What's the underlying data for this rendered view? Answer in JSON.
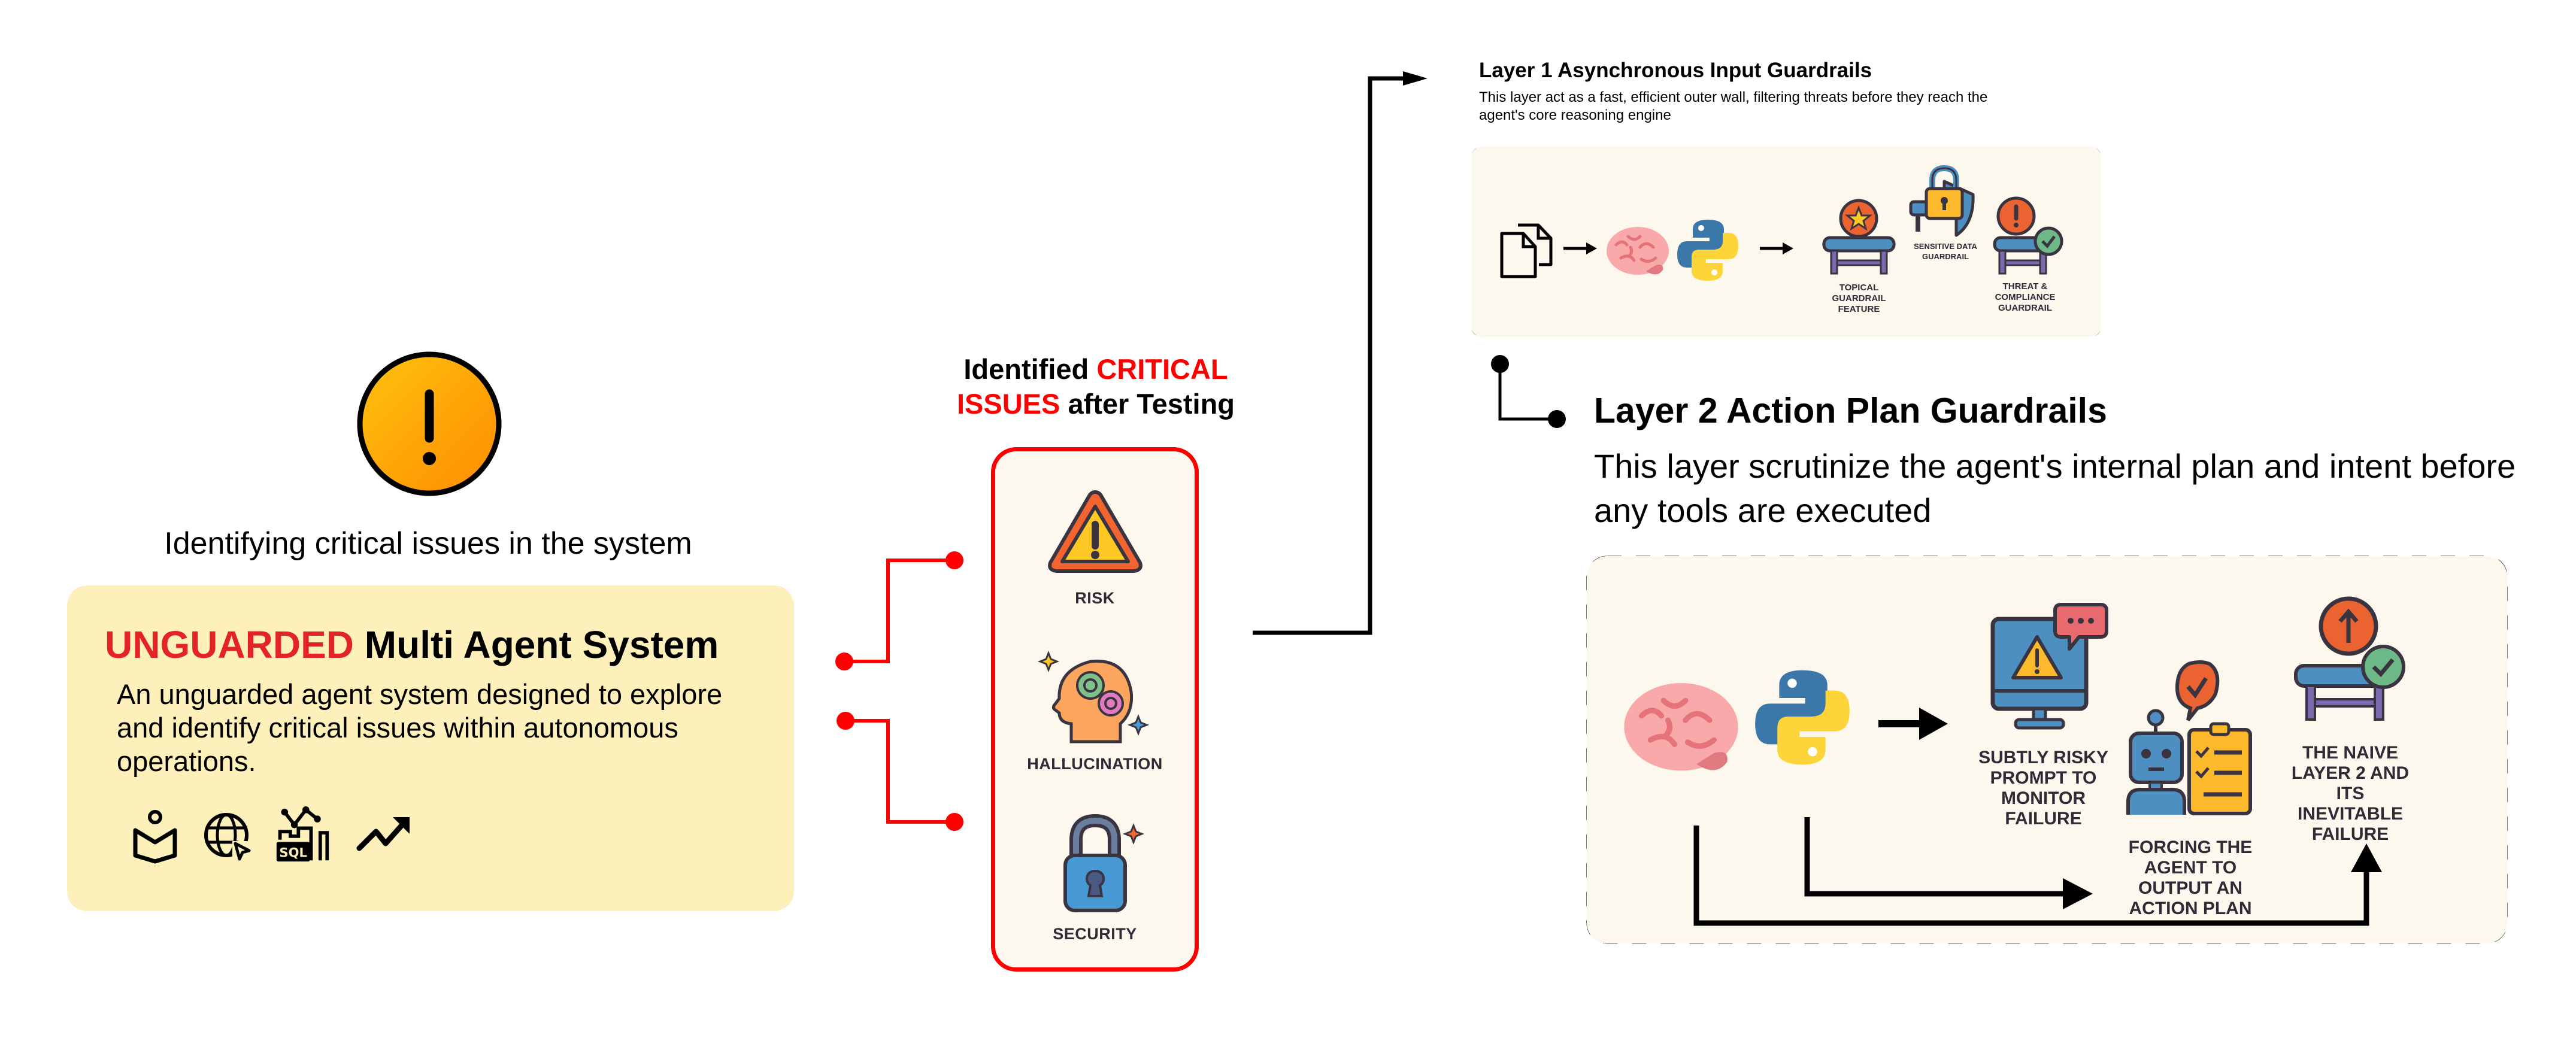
{
  "left": {
    "caption": "Identifying critical issues in the system",
    "title_highlight": "UNGUARDED",
    "title_rest": " Multi Agent System",
    "description": "An unguarded agent system designed to explore and identify critical issues within autonomous operations.",
    "icons": [
      "book-reader-icon",
      "globe-cursor-icon",
      "sql-chart-icon",
      "trending-up-icon"
    ]
  },
  "middle": {
    "heading_part1": "Identified ",
    "heading_red1": "CRITICAL",
    "heading_red2": "ISSUES",
    "heading_part2": " after Testing",
    "issues": [
      {
        "label": "RISK",
        "icon": "warning-triangle-icon"
      },
      {
        "label": "HALLUCINATION",
        "icon": "hallucination-head-icon"
      },
      {
        "label": "SECURITY",
        "icon": "padlock-icon"
      }
    ]
  },
  "layer1": {
    "title": "Layer 1 Asynchronous Input Guardrails",
    "description": "This layer act as a fast, efficient outer wall, filtering threats before they reach the agent's core reasoning engine",
    "guardrails": [
      {
        "label": "TOPICAL GUARDRAIL FEATURE"
      },
      {
        "label": "SENSITIVE DATA GUARDRAIL"
      },
      {
        "label": "THREAT & COMPLIANCE GUARDRAIL"
      }
    ]
  },
  "layer2": {
    "title": "Layer 2 Action Plan Guardrails",
    "description": "This layer scrutinize the agent's internal plan and intent before any tools are executed",
    "steps": [
      {
        "label": "SUBTLY RISKY PROMPT TO MONITOR FAILURE"
      },
      {
        "label": "FORCING THE AGENT TO OUTPUT AN ACTION PLAN"
      },
      {
        "label": "THE NAIVE LAYER 2 AND ITS INEVITABLE FAILURE"
      }
    ]
  },
  "colors": {
    "accent_red": "#FF0000",
    "title_red": "#E32424",
    "left_box_fill": "#FEF0BB",
    "panel_fill": "#FDF8EE",
    "warning_orange": "#FFA000"
  }
}
